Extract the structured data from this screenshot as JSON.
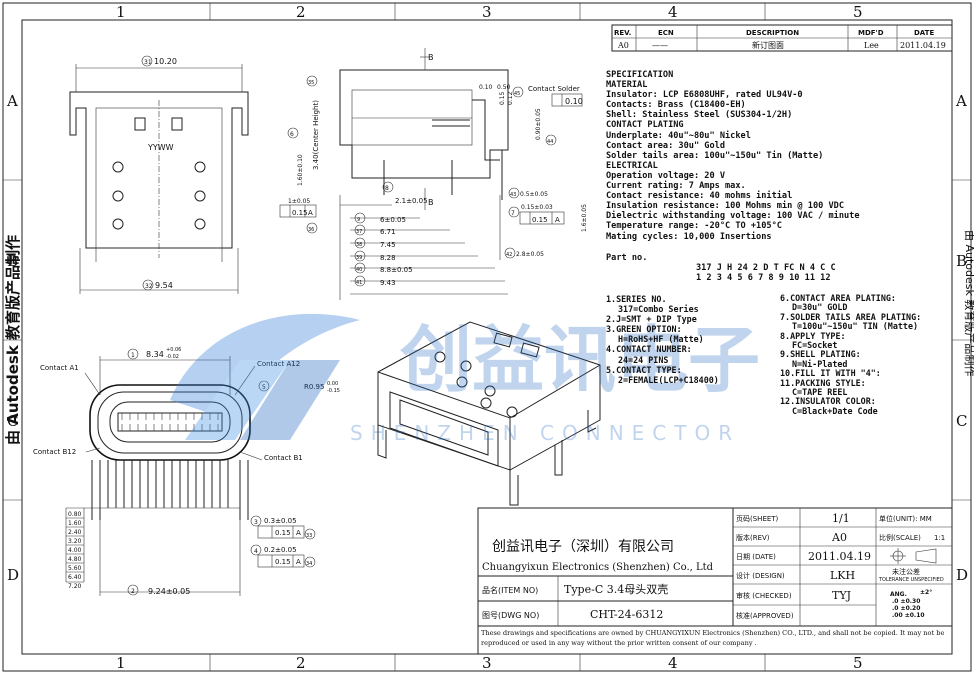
{
  "frame": {
    "top_numbers": [
      "1",
      "2",
      "3",
      "4",
      "5"
    ],
    "bottom_numbers": [
      "1",
      "2",
      "3",
      "4",
      "5"
    ],
    "left_letters": [
      "A",
      "B",
      "C",
      "D"
    ],
    "right_letters": [
      "A",
      "B",
      "C",
      "D"
    ]
  },
  "revision_table": {
    "headers": [
      "REV.",
      "ECN",
      "DESCRIPTION",
      "MDF'D",
      "DATE"
    ],
    "row": [
      "A0",
      "——",
      "新订图面",
      "Lee",
      "2011.04.19"
    ]
  },
  "watermark": {
    "side_text": "由 Autodesk 教育版产品制作",
    "side_text_right": "由 Autodesk 教育版产品制作",
    "brand": "创益讯电子",
    "brand_sub": "SHENZHEN CONNECTOR"
  },
  "spec": {
    "lines": [
      "SPECIFICATION",
      "MATERIAL",
      "Insulator: LCP E6808UHF, rated UL94V-0",
      "Contacts: Brass (C18400-EH)",
      "Shell: Stainless Steel (SUS304-1/2H)",
      "CONTACT PLATING",
      "Underplate: 40u\"~80u\" Nickel",
      "Contact area: 30u\" Gold",
      "Solder tails area: 100u\"~150u\" Tin (Matte)",
      "ELECTRICAL",
      "Operation voltage: 20 V",
      "Current rating: 7 Amps max.",
      "Contact resistance: 40 mohms initial",
      "Insulation resistance: 100 Mohms min @ 100 VDC",
      "Dielectric withstanding voltage: 100 VAC / minute",
      "Temperature range: -20°C TO +105°C",
      "Mating cycles: 10,000 Insertions"
    ],
    "part_no_label": "Part no.",
    "part_no_code": "317 J H 24 2 D T FC N 4 C C",
    "part_no_index": "1 2 3 4 5 6 7 8 9 10 11 12",
    "options_left": [
      "1.SERIES NO.",
      "317=Combo Series",
      "2.J=SMT + DIP Type",
      "3.GREEN OPTION:",
      "H=RoHS+HF (Matte)",
      "4.CONTACT NUMBER:",
      "24=24 PINS",
      "5.CONTACT TYPE:",
      "2=FEMALE(LCP+C18400)"
    ],
    "options_right": [
      "6.CONTACT AREA PLATING:",
      "D=30u\" GOLD",
      "7.SOLDER TAILS AREA PLATING:",
      "T=100u\"~150u\" TIN (Matte)",
      "8.APPLY TYPE:",
      "FC=Socket",
      "9.SHELL PLATING:",
      "N=Ni-Plated",
      "10.FILL IT WITH \"4\":",
      "11.PACKING STYLE:",
      "C=TAPE REEL",
      "12.INSULATOR COLOR:",
      "C=Black+Date Code"
    ]
  },
  "drawing": {
    "top_view": {
      "width_label": "10.20",
      "bottom_label": "9.54",
      "text_label": "YYWW",
      "balloon_top": "31",
      "balloon_bottom": "32"
    },
    "side_view": {
      "section_label": "B",
      "contact_solder": "Contact Solder",
      "center_height": "3.40(Center Height)",
      "dims": [
        "2.1±0.05",
        "6±0.05",
        "6.71",
        "7.45",
        "8.28",
        "8.8±0.05",
        "9.43"
      ],
      "balloons": [
        "9",
        "37",
        "38",
        "39",
        "40",
        "41",
        "42",
        "43",
        "45",
        "44",
        "36",
        "35",
        "6",
        "7",
        "8"
      ],
      "misc": [
        "0.10",
        "0.50",
        "0.15",
        "A",
        "1.60±0.10",
        "1±0.05",
        "0.15±0.03",
        "0.5±0.05",
        "2.8±0.05",
        "1.6±0.05",
        "0.90±0.05",
        "0.12",
        "0.15"
      ]
    },
    "front_view": {
      "contact_a1": "Contact A1",
      "contact_a12": "Contact A12",
      "contact_b12": "Contact B12",
      "contact_b1": "Contact B1",
      "width_label": "8.34",
      "width_tol_plus": "+0.06",
      "width_tol_minus": "-0.02",
      "radius": "R0.95",
      "radius_tol_plus": "0.00",
      "radius_tol_minus": "-0.15",
      "pitch_labels": [
        "0.80",
        "1.60",
        "2.40",
        "3.20",
        "4.00",
        "4.80",
        "5.60",
        "6.40",
        "7.20"
      ],
      "bottom_dim": "9.24±0.05",
      "tol_1": "0.3±0.05",
      "tol_2": "0.2±0.05",
      "tol_frame_value": "0.15",
      "tol_frame_ref": "A",
      "balloons": [
        "1",
        "5",
        "2",
        "3",
        "4",
        "33",
        "34"
      ]
    }
  },
  "title_block": {
    "company_cn": "创益讯电子（深圳）有限公司",
    "company_en": "Chuangyixun Electronics (Shenzhen) Co., Ltd",
    "item_label": "品名(ITEM NO)",
    "item_value": "Type-C 3.4母头双壳",
    "dwg_label": "图号(DWG NO)",
    "dwg_value": "CHT-24-6312",
    "sheet_label": "页码(SHEET)",
    "sheet_value": "1/1",
    "unit_label": "单位(UNIT): MM",
    "rev_label": "版本(REV)",
    "rev_value": "A0",
    "scale_label": "比例(SCALE)",
    "scale_value": "1:1",
    "date_label": "日期 (DATE)",
    "date_value": "2011.04.19",
    "design_label": "设计 (DESIGN)",
    "design_value": "LKH",
    "checked_label": "审核 (CHECKED)",
    "checked_value": "TYJ",
    "approved_label": "核准(APPROVED)",
    "tolerance_title": "未注公差",
    "tolerance_sub": "TOLERANCE UNSPECIFIED",
    "tolerance_ang_label": "ANG.",
    "tolerance_ang": "±2°",
    "tolerance_rows": [
      ".0  ±0.30",
      ".0  ±0.20",
      ".00 ±0.10"
    ],
    "notice": "These drawings and specifications are owned by CHUANGYIXUN Electronics (Shenzhen) CO., LTD., and shall not be copied. It may not be reproduced or used in any way without the prior written consent of our company ."
  }
}
